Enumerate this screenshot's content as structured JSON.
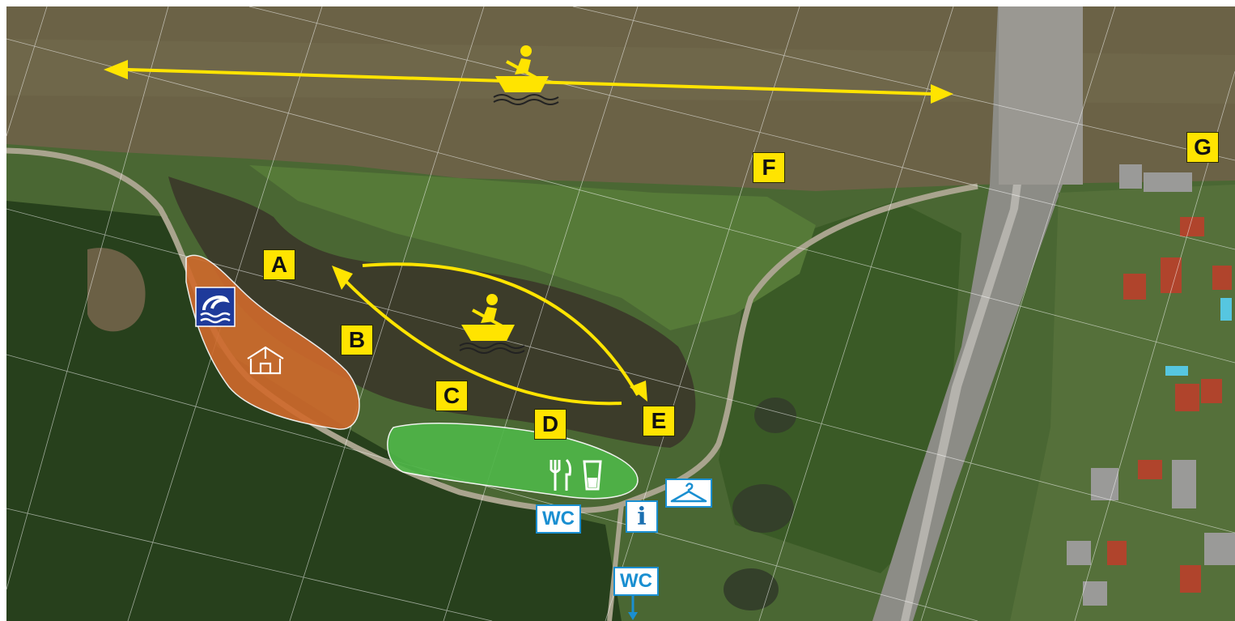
{
  "map": {
    "markers": {
      "a": "A",
      "b": "B",
      "c": "C",
      "d": "D",
      "e": "E",
      "f": "F",
      "g": "G"
    },
    "labels": {
      "wc": "WC",
      "info": "i"
    },
    "icons": {
      "rowing": "rowing-boat-icon",
      "swim": "swimming-icon",
      "tent": "tent-icon",
      "cutlery": "cutlery-icon",
      "drink": "drink-cup-icon",
      "cloakroom": "coat-hanger-icon"
    },
    "colors": {
      "marker": "#ffe400",
      "arrow": "#ffe400",
      "orange_zone": "#d06a2c",
      "green_zone": "#4fb648",
      "service_blue": "#1a8fd1"
    }
  }
}
